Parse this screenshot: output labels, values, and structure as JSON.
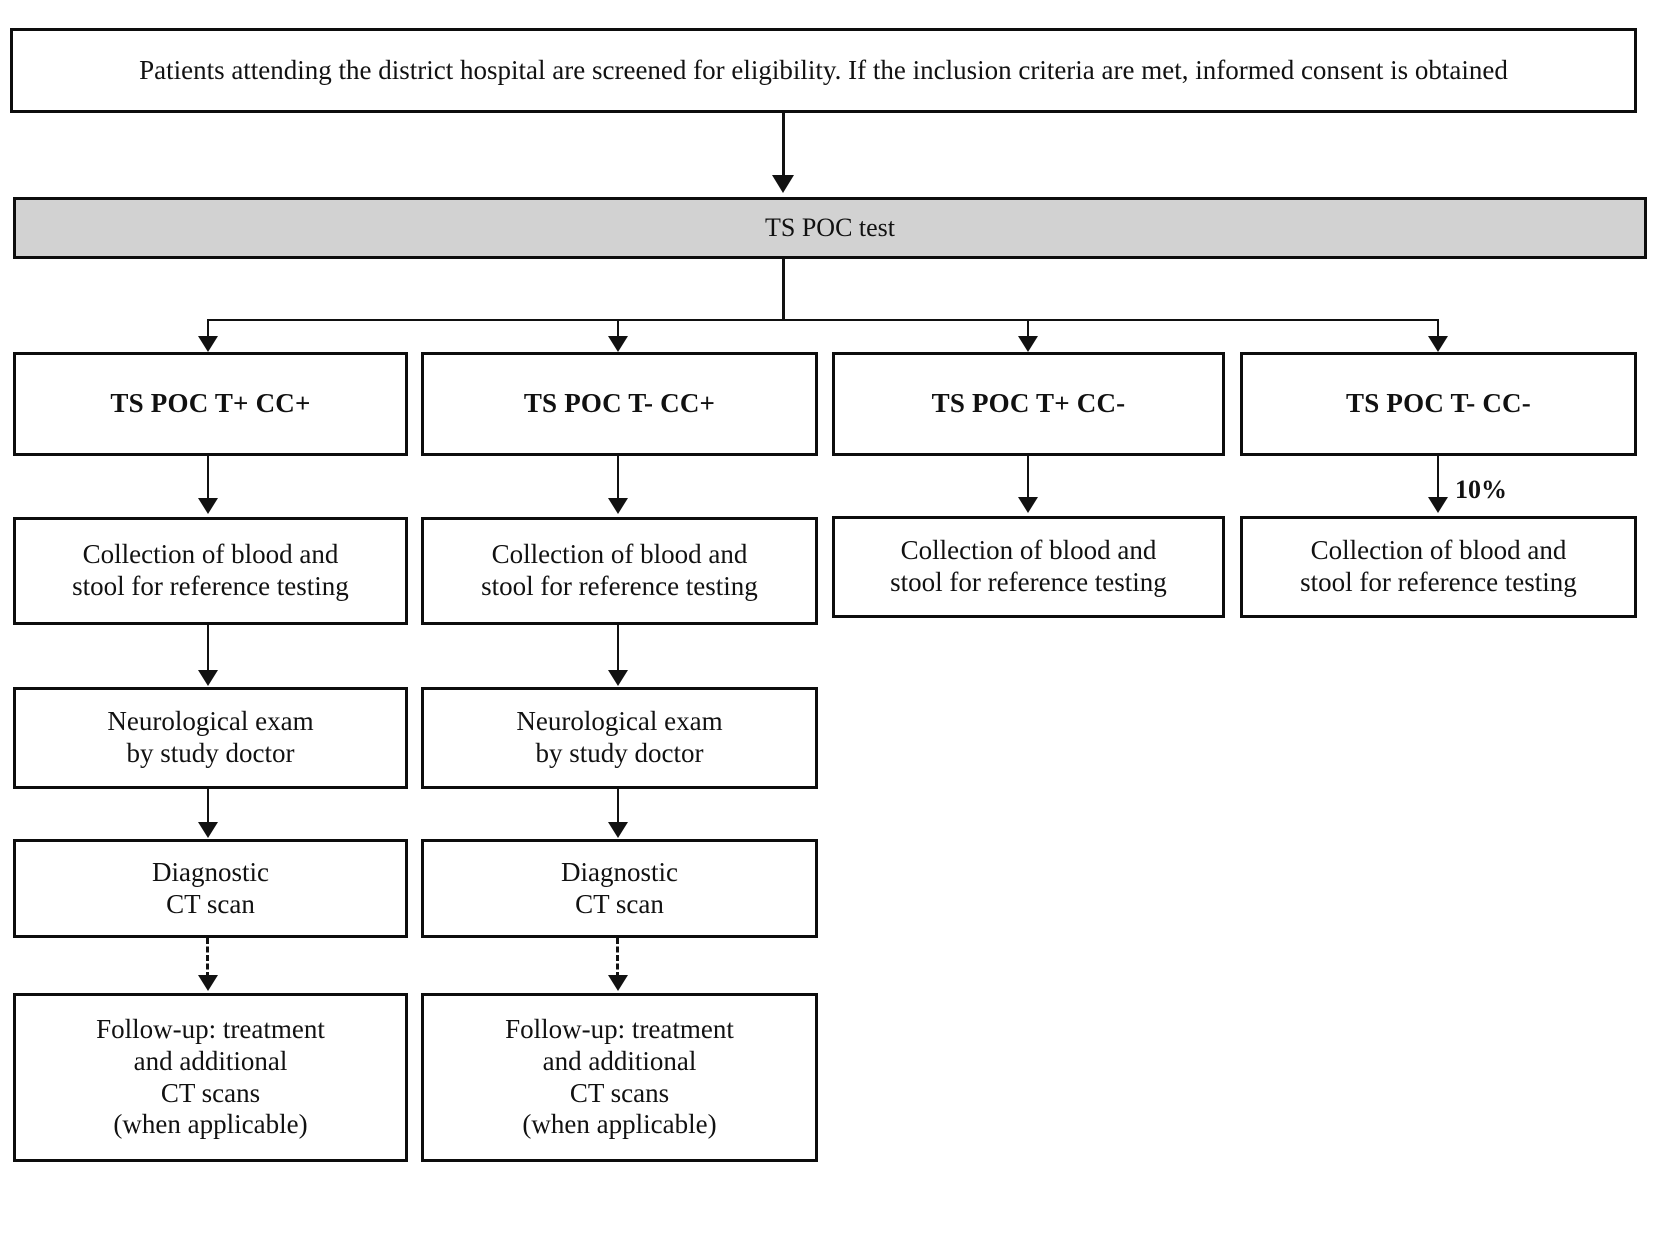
{
  "diagram": {
    "title": "Study flow diagram: TS POC test screening pathway",
    "background_color": "#ffffff",
    "line_color": "#111111",
    "highlight_fill": "#d2d2d2"
  },
  "nodes": {
    "intro": "Patients attending the district hospital are screened for eligibility. If the inclusion criteria are met, informed consent is obtained",
    "test": "TS POC test",
    "arms": [
      "TS POC T+ CC+",
      "TS POC T- CC+",
      "TS POC T+ CC-",
      "TS POC T- CC-"
    ],
    "collection": [
      "Collection of  blood and\nstool for reference testing",
      "Collection of  blood and\nstool for reference testing",
      "Collection of blood and\nstool for reference testing",
      "Collection of blood and\nstool for reference testing"
    ],
    "neuro": [
      "Neurological exam\nby study doctor",
      "Neurological exam\nby study doctor"
    ],
    "ct": [
      "Diagnostic\nCT scan",
      "Diagnostic\nCT scan"
    ],
    "followup": [
      "Follow-up: treatment\nand additional\nCT scans\n(when applicable)",
      "Follow-up: treatment\nand additional\nCT scans\n(when applicable)"
    ]
  },
  "annotations": {
    "arm4_percent": "10%"
  }
}
